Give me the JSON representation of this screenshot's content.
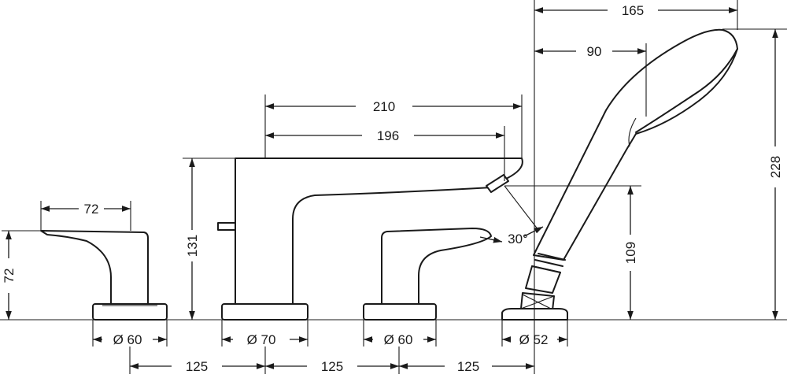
{
  "dimensions": {
    "handle_left_width": "72",
    "handle_left_height": "72",
    "base_left_dia": "Ø 60",
    "spout_height": "131",
    "spout_length_outer": "210",
    "spout_length_inner": "196",
    "base_spout_dia": "Ø 70",
    "base_right_dia": "Ø 60",
    "spacing_1": "125",
    "spacing_2": "125",
    "spacing_3": "125",
    "handshower_reach": "165",
    "handshower_head_offset": "90",
    "handshower_height": "228",
    "holder_height": "109",
    "holder_base_dia": "Ø 52",
    "tilt_angle": "30°"
  }
}
